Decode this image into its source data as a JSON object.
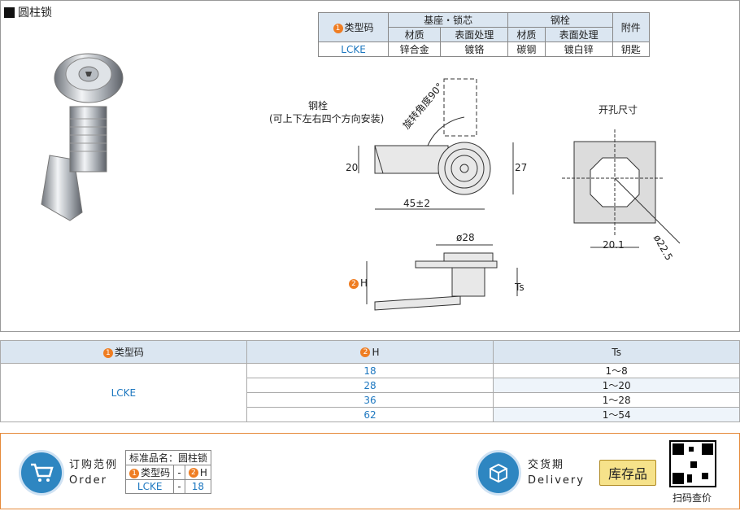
{
  "title": "圆柱锁",
  "spec": {
    "type_code": "类型码",
    "base_header": "基座・锁芯",
    "bolt_header": "钢栓",
    "accessory_header": "附件",
    "material": "材质",
    "surface": "表面处理",
    "row": {
      "code": "LCKE",
      "base_mat": "锌合金",
      "base_surf": "镀铬",
      "bolt_mat": "碳钢",
      "bolt_surf": "镀白锌",
      "accessory": "钥匙"
    }
  },
  "drawing": {
    "bolt_label": "钢栓",
    "bolt_note": "(可上下左右四个方向安装)",
    "rotation": "旋转角度90°",
    "dim_20": "20",
    "dim_27": "27",
    "dim_45": "45±2",
    "hole_title": "开孔尺寸",
    "dim_201": "20.1",
    "dim_225": "ø22.5",
    "dim_28": "ø28",
    "dim_H": "H",
    "dim_Ts": "Ts"
  },
  "main": {
    "headers": [
      "类型码",
      "H",
      "Ts"
    ],
    "code": "LCKE",
    "rows": [
      {
        "h": "18",
        "ts": "1～8"
      },
      {
        "h": "28",
        "ts": "1～20"
      },
      {
        "h": "36",
        "ts": "1～28"
      },
      {
        "h": "62",
        "ts": "1～54"
      }
    ]
  },
  "order": {
    "label_cn": "订购范例",
    "label_en": "Order",
    "std_name": "标准品名：圆柱锁",
    "col_code": "类型码",
    "col_h": "H",
    "dash": "-",
    "code": "LCKE",
    "h": "18"
  },
  "delivery": {
    "label_cn": "交货期",
    "label_en": "Delivery",
    "stock": "库存品"
  },
  "qr": {
    "label": "扫码查价"
  },
  "badges": {
    "one": "1",
    "two": "2"
  }
}
